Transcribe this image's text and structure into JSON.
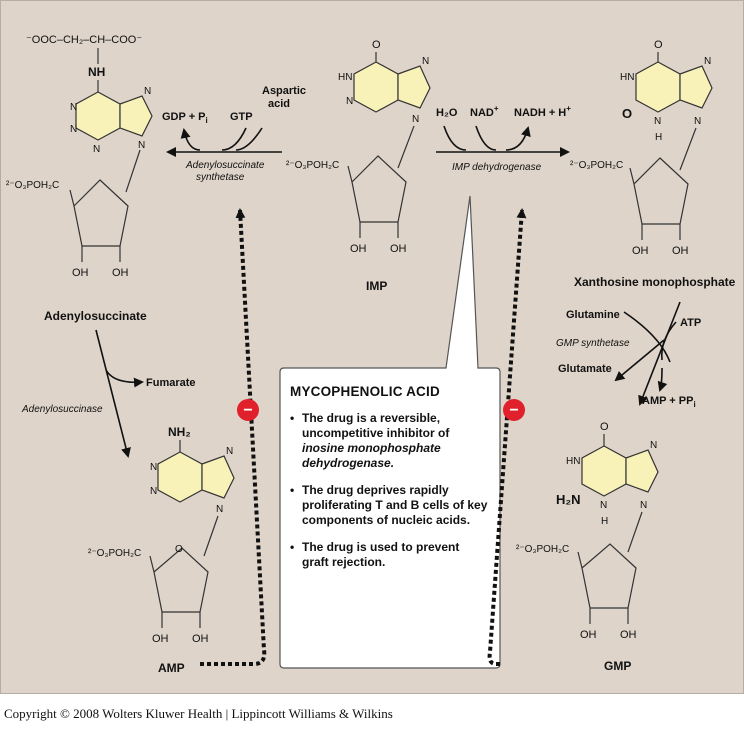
{
  "molecules": {
    "adenylosuccinate": {
      "name": "Adenylosuccinate",
      "side_chain": "⁻OOC–CH₂–CH–COO⁻",
      "amine": "NH",
      "phosphate": "²⁻O₃POH₂C",
      "oh": "OH",
      "n": "N"
    },
    "imp": {
      "name": "IMP",
      "o": "O",
      "hn": "HN",
      "phosphate": "²⁻O₃POH₂C",
      "oh": "OH",
      "n": "N"
    },
    "xmp": {
      "name": "Xanthosine monophosphate",
      "o": "O",
      "hn": "HN",
      "h": "H",
      "phosphate": "²⁻O₃POH₂C",
      "oh": "OH",
      "n": "N"
    },
    "amp": {
      "name": "AMP",
      "amine": "NH₂",
      "phosphate": "²⁻O₃POH₂C",
      "oh": "OH",
      "o": "O",
      "n": "N"
    },
    "gmp": {
      "name": "GMP",
      "o": "O",
      "hn": "HN",
      "h": "H",
      "amine": "H₂N",
      "phosphate": "²⁻O₃POH₂C",
      "oh": "OH",
      "n": "N"
    }
  },
  "reactions": {
    "adenylosuccinate_synthetase": {
      "enzyme_line1": "Adenylosuccinate",
      "enzyme_line2": "synthetase",
      "gdp": "GDP + P",
      "gdp_sub": "i",
      "gtp": "GTP",
      "aspartic_line1": "Aspartic",
      "aspartic_line2": "acid"
    },
    "imp_dehydrogenase": {
      "enzyme": "IMP dehydrogenase",
      "h2o": "H₂O",
      "nad": "NAD",
      "nad_sup": "+",
      "nadh": "NADH + H",
      "nadh_sup": "+"
    },
    "adenylosuccinase": {
      "enzyme": "Adenylosuccinase",
      "fumarate": "Fumarate"
    },
    "gmp_synthetase": {
      "enzyme": "GMP synthetase",
      "glutamine": "Glutamine",
      "glutamate": "Glutamate",
      "atp": "ATP",
      "amp": "AMP + PP",
      "amp_sub": "i"
    }
  },
  "inhibit_symbol": "−",
  "callout": {
    "title": "MYCOPHENOLIC ACID",
    "b1_pre": "The drug is a reversible, uncompetitive inhibitor of ",
    "b1_em": "inosine monophosphate dehydrogenase.",
    "b2": "The drug deprives rapidly proliferating T and B cells of key components of nucleic acids.",
    "b3": "The drug is used to prevent graft rejection."
  },
  "copyright": "Copyright © 2008 Wolters Kluwer Health | Lippincott Williams & Wilkins",
  "colors": {
    "background": "#ded4ca",
    "ring_fill": "#f8f1b8",
    "inhibit": "#e0202a",
    "callout_fill": "#ffffff"
  }
}
